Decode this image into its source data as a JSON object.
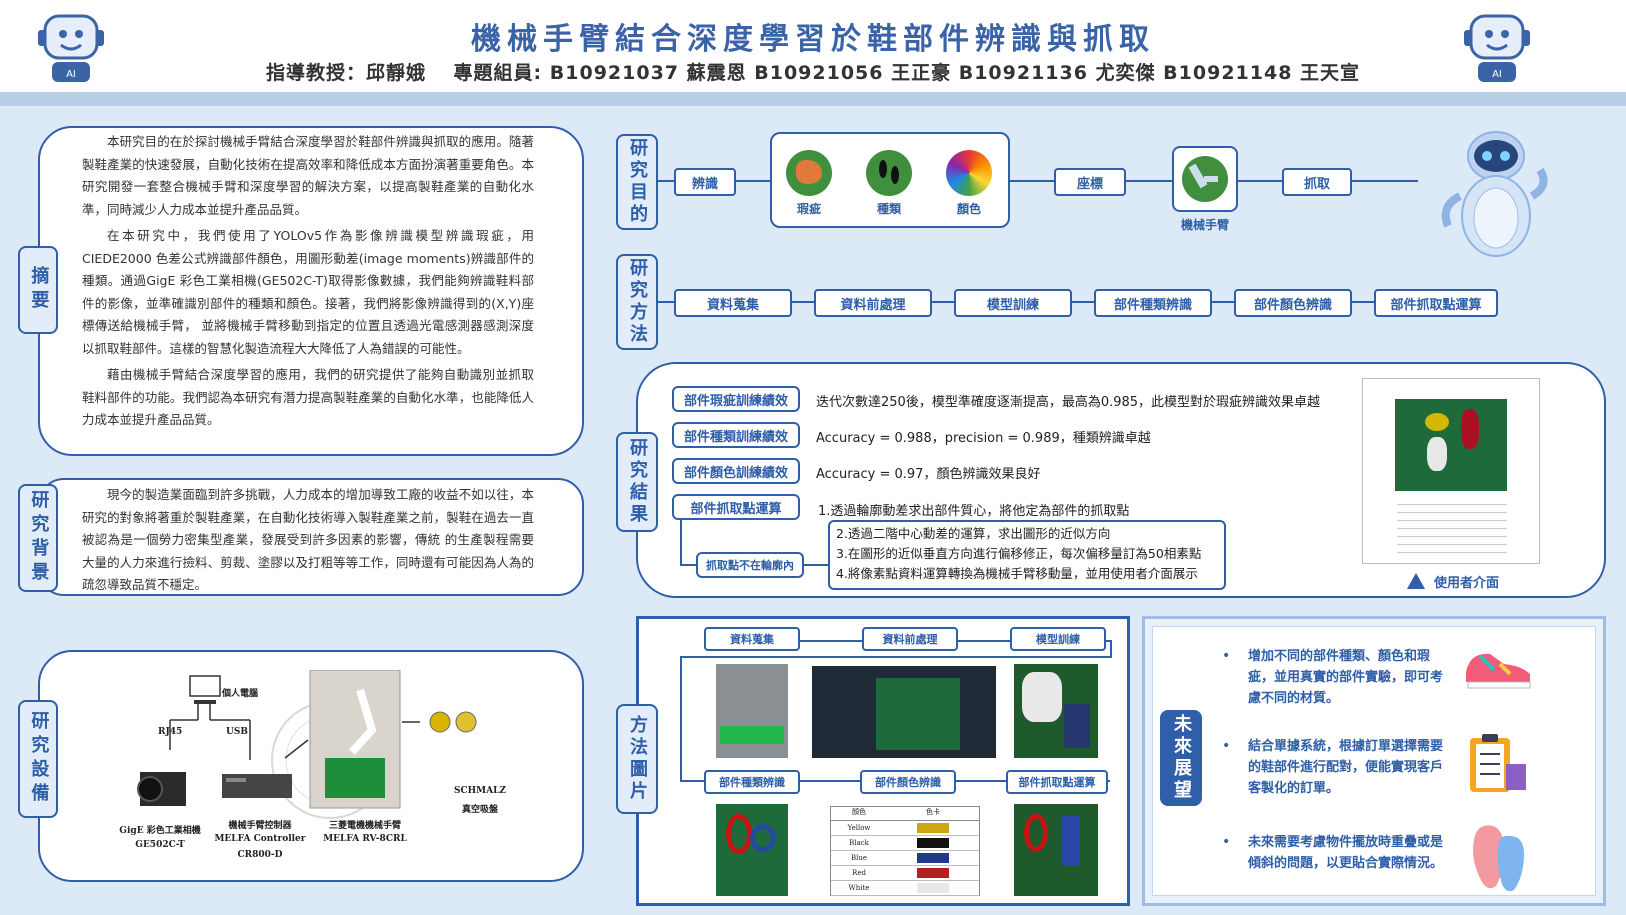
{
  "header": {
    "title": "機械手臂結合深度學習於鞋部件辨識與抓取",
    "subtitle": "指導教授：邱靜娥　 專題組員: B10921037 蘇震恩 B10921056 王正豪 B10921136 尤奕傑 B10921148 王天宣"
  },
  "abstract": {
    "label": "摘要",
    "p1": "本研究目的在於探討機械手臂結合深度學習於鞋部件辨識與抓取的應用。隨著製鞋產業的快速發展，自動化技術在提高效率和降低成本方面扮演著重要角色。本研究開發一套整合機械手臂和深度學習的解決方案，以提高製鞋產業的自動化水準，同時減少人力成本並提升產品品質。",
    "p2": "在本研究中，我們使用了YOLOv5作為影像辨識模型辨識瑕疵，用CIEDE2000 色差公式辨識部件顏色，用圖形動差(image moments)辨識部件的種類。通過GigE 彩色工業相機(GE502C-T)取得影像數據，我們能夠辨識鞋料部件的影像，並準確識別部件的種類和顏色。接著，我們將影像辨識得到的(X,Y)座標傳送給機械手臂， 並將機械手臂移動到指定的位置且透過光電感測器感測深度以抓取鞋部件。這樣的智慧化製造流程大大降低了人為錯誤的可能性。",
    "p3": "藉由機械手臂結合深度學習的應用，我們的研究提供了能夠自動識別並抓取 鞋料部件的功能。我們認為本研究有潛力提高製鞋產業的自動化水準，也能降低人力成本並提升產品品質。"
  },
  "background": {
    "label": "研究背景",
    "p1": "現今的製造業面臨到許多挑戰，人力成本的增加導致工廠的收益不如以往，本研究的對象將著重於製鞋產業，在自動化技術導入製鞋產業之前，製鞋在過去一直被認為是一個勞力密集型產業，發展受到許多因素的影響，傳統 的生產製程需要大量的人力來進行撿料、剪裁、塗膠以及打粗等等工作，同時還有可能因為人為的疏忽導致品質不穩定。"
  },
  "equipment": {
    "label": "研究設備",
    "pc": "個人電腦",
    "rj45": "RJ45",
    "usb": "USB",
    "camera_name": "GigE 彩色工業相機",
    "camera_model": "GE502C-T",
    "controller_name": "機械手臂控制器",
    "controller_model1": "MELFA Controller",
    "controller_model2": "CR800-D",
    "arm_name": "三菱電機機械手臂",
    "arm_model": "MELFA RV-8CRL",
    "vacuum_brand": "SCHMALZ",
    "vacuum_name": "真空吸盤"
  },
  "purpose": {
    "label": "研究目的",
    "identify": "辨識",
    "defect": "瑕疵",
    "type": "種類",
    "color": "顏色",
    "coord": "座標",
    "arm": "機械手臂",
    "grab": "抓取"
  },
  "method": {
    "label": "研究方法",
    "steps": [
      "資料蒐集",
      "資料前處理",
      "模型訓練",
      "部件種類辨識",
      "部件顏色辨識",
      "部件抓取點運算"
    ]
  },
  "results": {
    "label": "研究結果",
    "items": [
      {
        "name": "部件瑕疵訓練績效",
        "text": "迭代次數達250後，模型準確度逐漸提高，最高為0.985，此模型對於瑕疵辨識效果卓越"
      },
      {
        "name": "部件種類訓練績效",
        "text": "Accuracy = 0.988，precision = 0.989，種類辨識卓越"
      },
      {
        "name": "部件顏色訓練績效",
        "text": "Accuracy = 0.97，顏色辨識效果良好"
      },
      {
        "name": "部件抓取點運算",
        "text": "1.透過輪廓動差求出部件質心，將他定為部件的抓取點"
      }
    ],
    "outside": "抓取點不在輪廓內",
    "steps2": "2.透過二階中心動差的運算，求出圖形的近似方向",
    "steps3": "3.在圖形的近似垂直方向進行偏移修正，每次偏移量訂為50相素點",
    "steps4": "4.將像素點資料運算轉換為機械手臂移動量，並用使用者介面展示",
    "ui_caption": "使用者介面"
  },
  "method_pics": {
    "label": "方法圖片",
    "top": [
      "資料蒐集",
      "資料前處理",
      "模型訓練"
    ],
    "bottom": [
      "部件種類辨識",
      "部件顏色辨識",
      "部件抓取點運算"
    ],
    "color_table_header": [
      "顏色",
      "色卡"
    ],
    "color_table_rows": [
      {
        "name": "Yellow",
        "hex": "#c9a814"
      },
      {
        "name": "Black",
        "hex": "#111111"
      },
      {
        "name": "Blue",
        "hex": "#1f3a8a"
      },
      {
        "name": "Red",
        "hex": "#b51f1f"
      },
      {
        "name": "White",
        "hex": "#e8e8e8"
      }
    ]
  },
  "future": {
    "label": "未來展望",
    "items": [
      "增加不同的部件種類、顏色和瑕疵，並用真實的部件實驗，即可考慮不同的材質。",
      "結合單據系統，根據訂單選擇需要的鞋部件進行配對，便能實現客戶客製化的訂單。",
      "未來需要考慮物件擺放時重疊或是傾斜的問題，以更貼合實際情況。"
    ]
  },
  "colors": {
    "primary": "#2f5fa8",
    "title": "#3a63a8",
    "background": "#dce9f7"
  }
}
